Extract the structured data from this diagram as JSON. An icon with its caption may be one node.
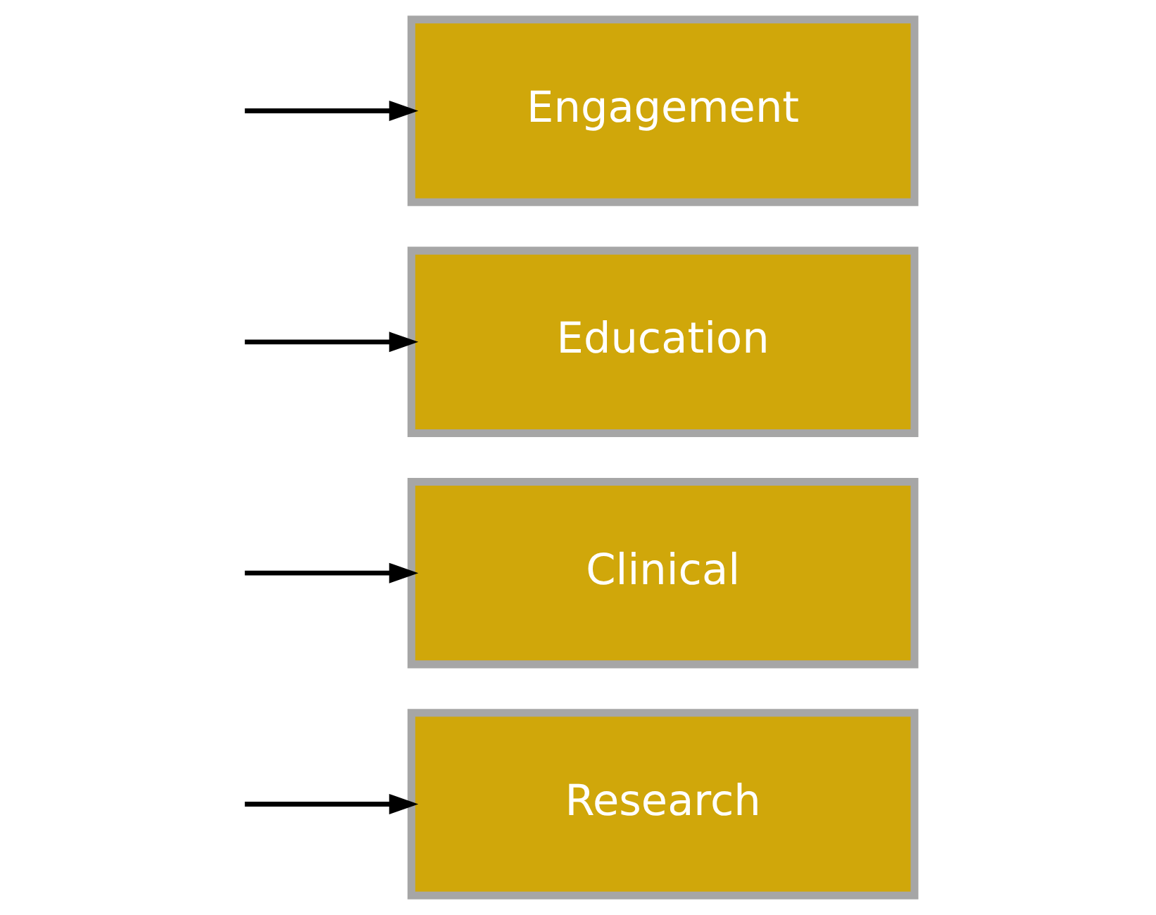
{
  "diagram": {
    "nodes": [
      {
        "text": [
          "Research"
        ]
      },
      {
        "text": [
          "Clinical"
        ]
      },
      {
        "text": [
          "Education"
        ]
      },
      {
        "text": [
          "Engagement"
        ]
      }
    ],
    "edges": [
      {
        "from": null,
        "to": 0,
        "arrow": "to"
      },
      {
        "from": null,
        "to": 1,
        "arrow": "to"
      },
      {
        "from": null,
        "to": 2,
        "arrow": "to"
      },
      {
        "from": null,
        "to": 3,
        "arrow": "to"
      }
    ]
  }
}
